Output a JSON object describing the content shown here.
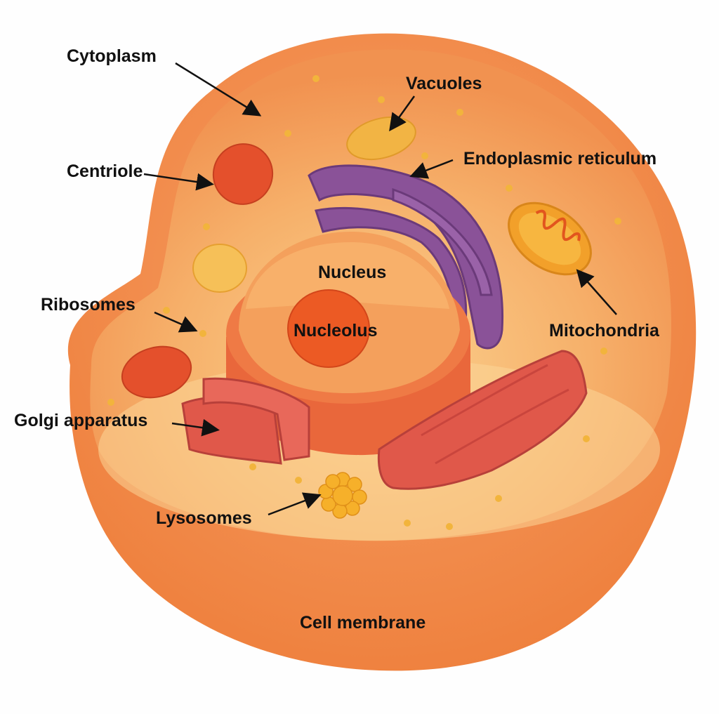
{
  "diagram": {
    "labels": {
      "cytoplasm": "Cytoplasm",
      "vacuoles": "Vacuoles",
      "endoplasmic_reticulum": "Endoplasmic reticulum",
      "centriole": "Centriole",
      "nucleus": "Nucleus",
      "nucleolus": "Nucleolus",
      "ribosomes": "Ribosomes",
      "mitochondria": "Mitochondria",
      "golgi_apparatus": "Golgi apparatus",
      "lysosomes": "Lysosomes",
      "cell_membrane": "Cell membrane"
    },
    "colors": {
      "membrane": "#f08a45",
      "cytoplasm_floor": "#f7c27a",
      "er": "#8a5298",
      "nucleus": "#f08c4e",
      "nucleolus": "#ec5a24",
      "golgi": "#e0584a",
      "mitochondria": "#f2a02a",
      "vacuole": "#f2b444",
      "centriole": "#e4502c"
    }
  }
}
